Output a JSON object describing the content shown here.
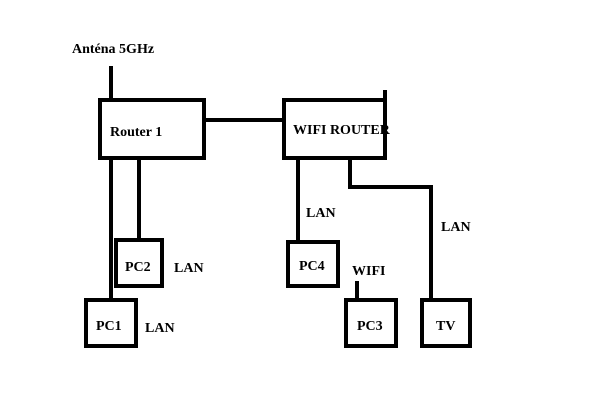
{
  "antenna_label": "Anténa 5GHz",
  "nodes": {
    "router1": "Router 1",
    "wifi_router": "WIFI ROUTER",
    "pc1": "PC1",
    "pc2": "PC2",
    "pc3": "PC3",
    "pc4": "PC4",
    "tv": "TV"
  },
  "links": {
    "pc1": "LAN",
    "pc2": "LAN",
    "pc4": "LAN",
    "tv": "LAN",
    "pc3": "WIFI"
  },
  "colors": {
    "line": "#000000",
    "background": "#ffffff"
  }
}
